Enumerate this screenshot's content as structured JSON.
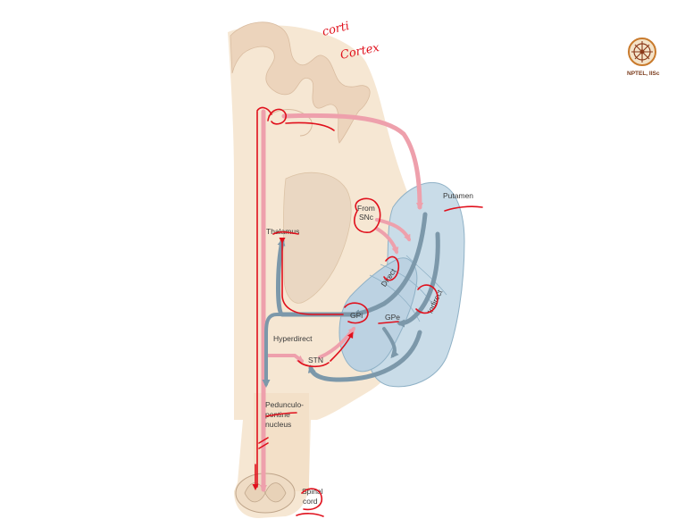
{
  "diagram": {
    "labels": {
      "putamen": "Putamen",
      "from_snc_line1": "From",
      "from_snc_line2": "SNc",
      "thalamus": "Thalamus",
      "direct": "Direct",
      "indirect": "Indirect",
      "gpi": "GPi",
      "gpe": "GPe",
      "hyperdirect": "Hyperdirect",
      "stn": "STN",
      "ppn_line1": "Pedunculo-",
      "ppn_line2": "pontine",
      "ppn_line3": "nucleus",
      "spinal_line1": "Spinal",
      "spinal_line2": "cord"
    },
    "annotations": {
      "handwritten_line1": "corti",
      "handwritten_line2": "Cortex"
    },
    "colors": {
      "tissue": "#f6e7d3",
      "cortex_fold": "#ecd4bc",
      "thalamus_fill": "#ead7c2",
      "basal_ganglia": "#c9dce8",
      "basal_ganglia_stroke": "#8fb1c6",
      "excitatory_arrow": "#eea0ac",
      "inhibitory_arrow": "#7c98aa",
      "ink_red": "#e0101c"
    }
  },
  "logo": {
    "text": "NPTEL, IISc"
  }
}
